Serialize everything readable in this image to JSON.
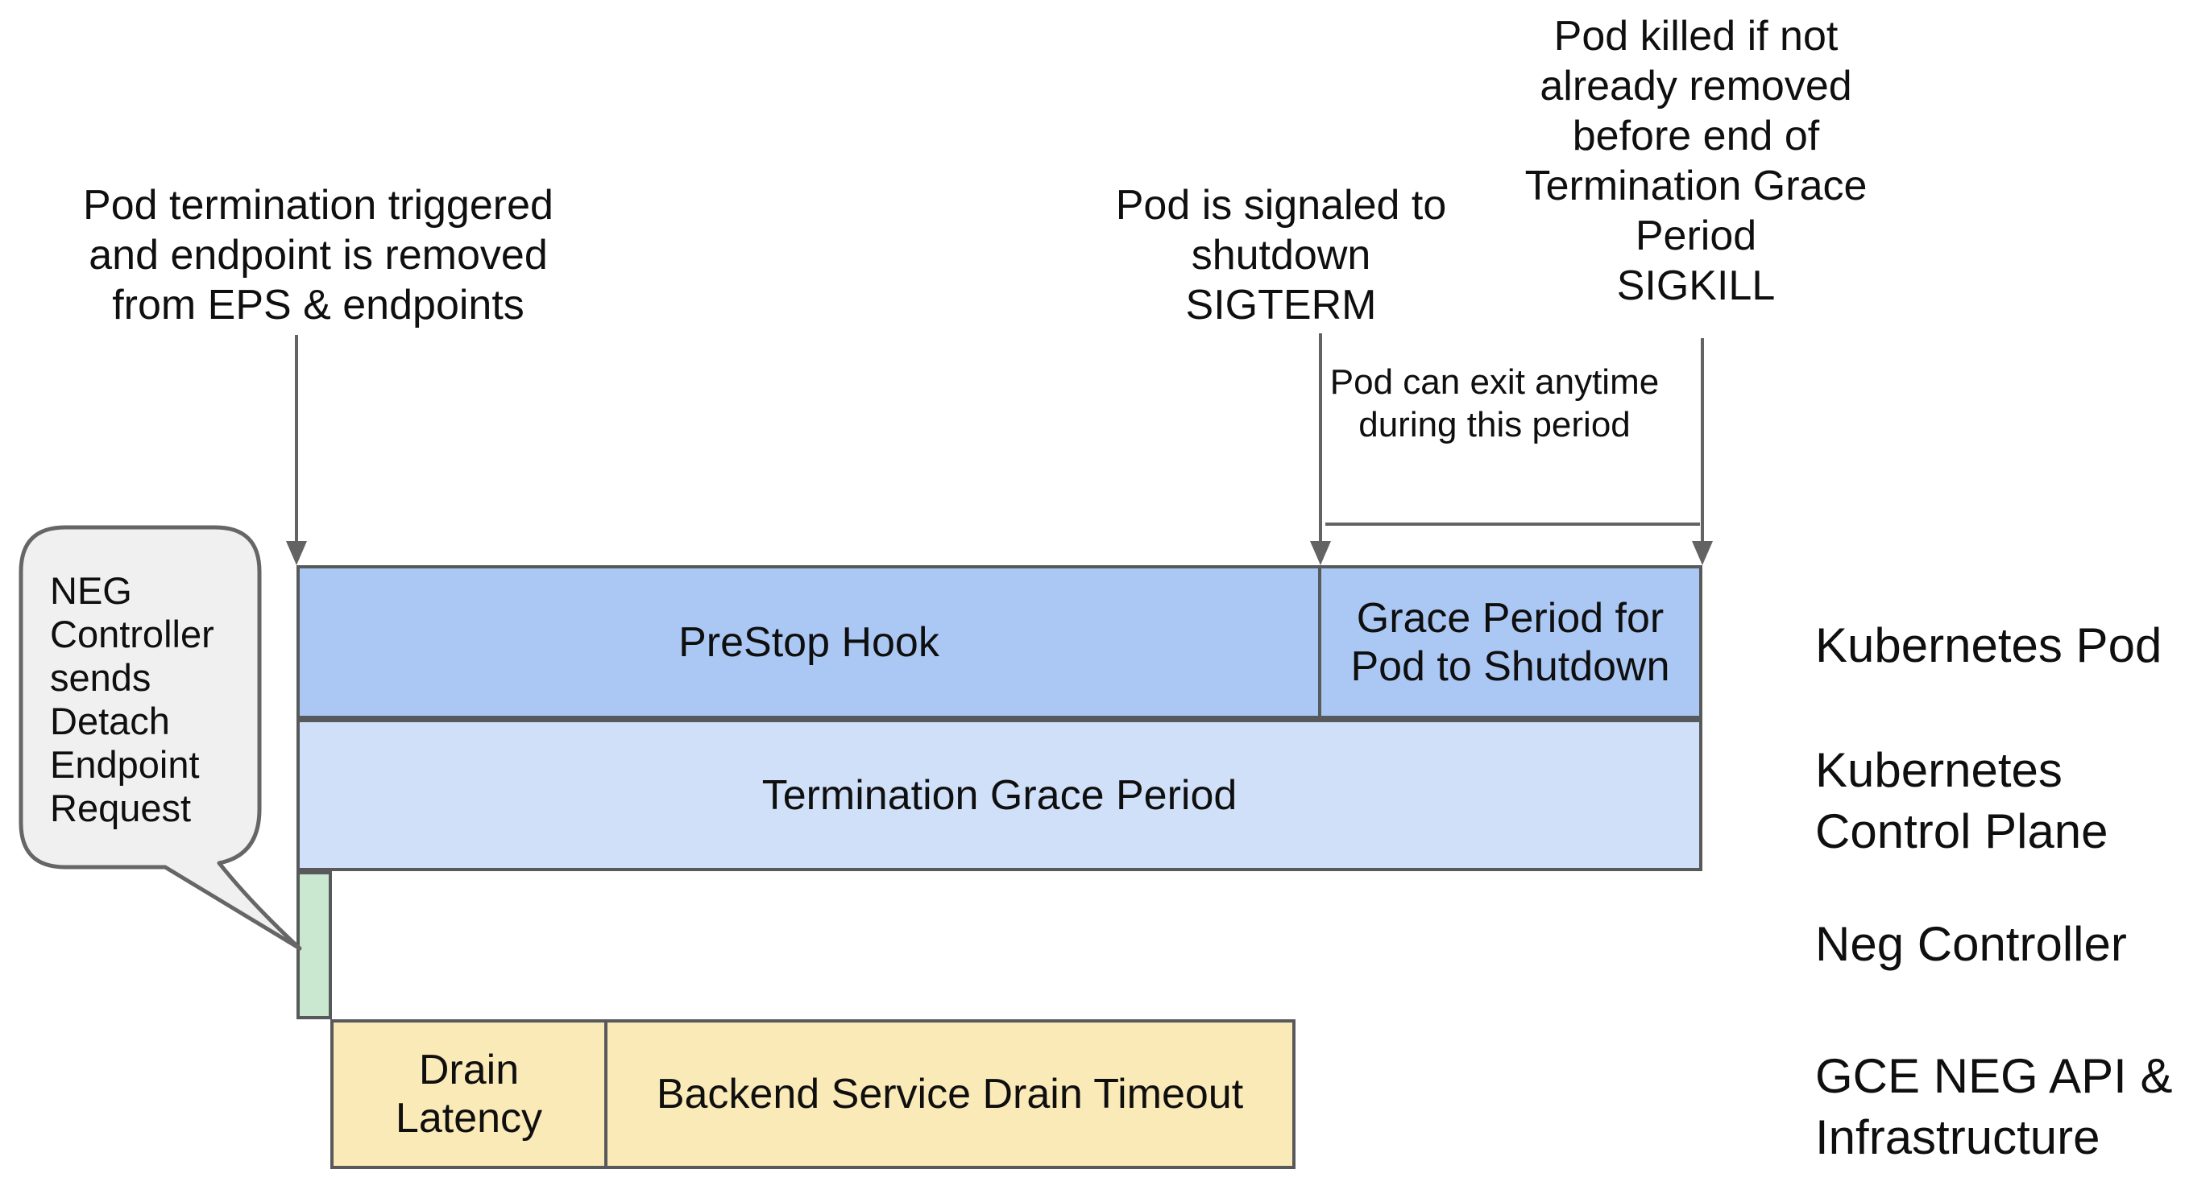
{
  "colors": {
    "bar_blue": "#abc8f4",
    "bar_light_blue": "#d0e0f8",
    "bar_green": "#cae7d0",
    "bar_yellow": "#faeab7",
    "bar_border": "#58595b",
    "line": "#636363",
    "bubble_fill": "#f0f0f0",
    "bubble_border": "#666666",
    "text": "#0f0f0f"
  },
  "annotations": {
    "trigger": {
      "lines": [
        "Pod termination triggered",
        "and endpoint is removed",
        "from EPS & endpoints"
      ]
    },
    "sigterm": {
      "lines": [
        "Pod is signaled to",
        "shutdown",
        "SIGTERM"
      ]
    },
    "sigkill": {
      "lines": [
        "Pod killed if not",
        "already removed",
        "before end of",
        "Termination Grace",
        "Period",
        "SIGKILL"
      ]
    },
    "exit_window": {
      "lines": [
        "Pod can exit anytime",
        "during this period"
      ]
    }
  },
  "bubble": {
    "lines": [
      "NEG",
      "Controller",
      "sends",
      "Detach",
      "Endpoint",
      "Request"
    ]
  },
  "bars": {
    "prestop_hook": "PreStop Hook",
    "grace_period": "Grace Period for Pod to Shutdown",
    "termination_grace_period": "Termination Grace Period",
    "drain_latency": "Drain Latency",
    "backend_drain_timeout": "Backend Service Drain Timeout"
  },
  "lanes": [
    "Kubernetes Pod",
    "Kubernetes Control Plane",
    "Neg Controller",
    "GCE NEG API & Infrastructure"
  ]
}
